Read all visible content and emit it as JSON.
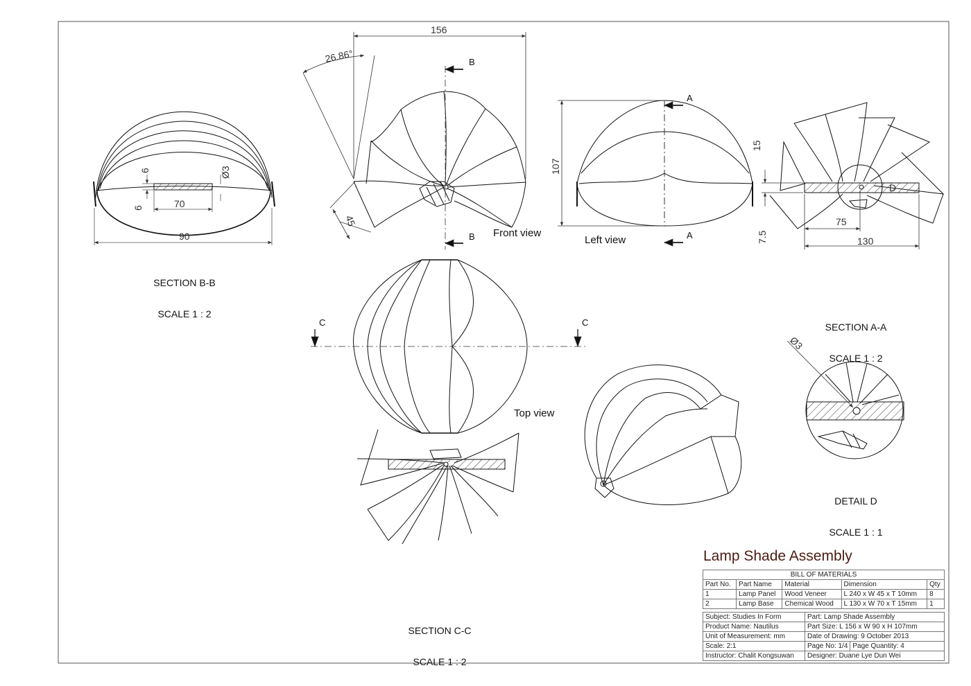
{
  "drawing": {
    "border_color": "#555555",
    "line_color": "#111111",
    "hatch_color": "#333333"
  },
  "views": {
    "section_bb": {
      "title": "SECTION B-B",
      "scale": "SCALE 1 : 2"
    },
    "section_aa": {
      "title": "SECTION A-A",
      "scale": "SCALE 1 : 2"
    },
    "section_cc": {
      "title": "SECTION C-C",
      "scale": "SCALE 1 : 2"
    },
    "detail_d": {
      "title": "DETAIL D",
      "scale": "SCALE 1 : 1"
    },
    "front_view": "Front view",
    "left_view": "Left view",
    "top_view": "Top view"
  },
  "dimensions": {
    "bb_width": "90",
    "bb_slot": "70",
    "bb_six_a": "6",
    "bb_six_b": "6",
    "bb_hole": "Ø3",
    "front_width": "156",
    "front_angle": "26.86°",
    "front_blade": "45",
    "left_height": "107",
    "aa_fifteen": "15",
    "aa_seven": "7.5",
    "aa_seventyfive": "75",
    "aa_onethirty": "130",
    "detail_hole": "Ø3"
  },
  "section_markers": {
    "b_top": "B",
    "b_bottom": "B",
    "a_top": "A",
    "a_bottom": "A",
    "c_left": "C",
    "c_right": "C",
    "detail_letter": "D"
  },
  "title_block": {
    "title": "Lamp Shade Assembly",
    "bom_title": "BILL OF MATERIALS",
    "bom_headers": [
      "Part No.",
      "Part Name",
      "Material",
      "Dimension",
      "Qty"
    ],
    "bom_rows": [
      [
        "1",
        "Lamp Panel",
        "Wood Veneer",
        "L 240 x W 45 x T 10mm",
        "8"
      ],
      [
        "2",
        "Lamp Base",
        "Chemical Wood",
        "L 130 x W 70 x T 15mm",
        "1"
      ]
    ],
    "info": {
      "subject": "Subject: Studies In Form",
      "part": "Part: Lamp Shade Assembly",
      "product": "Product Name: Nautilus",
      "part_size": "Part Size: L 156 x W 90 x H 107mm",
      "unit": "Unit of Measurement: mm",
      "date": "Date of Drawing: 9 October 2013",
      "scale": "Scale: 2:1",
      "page_no": "Page No: 1/4",
      "page_qty": "Page Quantity: 4",
      "instructor": "Instructor: Chalit Kongsuwan",
      "designer": "Designer: Duane Lye Dun Wei"
    }
  }
}
